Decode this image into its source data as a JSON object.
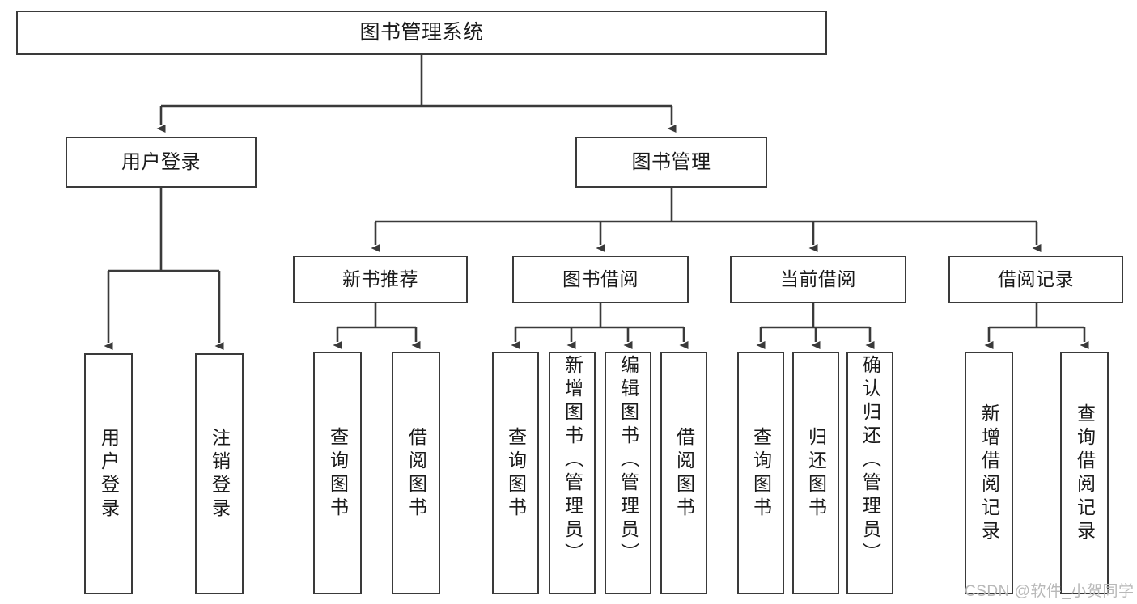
{
  "diagram": {
    "type": "tree",
    "title": "图书管理系统",
    "orientation": "top-down",
    "colors": {
      "stroke": "#3a3a3a",
      "fill": "#ffffff",
      "text": "#1a1a1a",
      "watermark": "#b8b8b8"
    },
    "nodes": {
      "root": {
        "label": "图书管理系统"
      },
      "level1": [
        {
          "id": "user-login",
          "label": "用户登录"
        },
        {
          "id": "book-management",
          "label": "图书管理"
        }
      ],
      "level2": [
        {
          "id": "new-book-recommend",
          "label": "新书推荐"
        },
        {
          "id": "book-borrow",
          "label": "图书借阅"
        },
        {
          "id": "current-borrow",
          "label": "当前借阅"
        },
        {
          "id": "borrow-record",
          "label": "借阅记录"
        }
      ],
      "leaves": {
        "user_login": [
          {
            "id": "leaf-user-login",
            "label": "用户登录"
          },
          {
            "id": "leaf-logout",
            "label": "注销登录"
          }
        ],
        "new_book_recommend": [
          {
            "id": "leaf-query-book-1",
            "label": "查询图书"
          },
          {
            "id": "leaf-borrow-book-1",
            "label": "借阅图书"
          }
        ],
        "book_borrow": [
          {
            "id": "leaf-query-book-2",
            "label": "查询图书"
          },
          {
            "id": "leaf-add-book",
            "label": "新增图书（管理员）"
          },
          {
            "id": "leaf-edit-book",
            "label": "编辑图书（管理员）"
          },
          {
            "id": "leaf-borrow-book-2",
            "label": "借阅图书"
          }
        ],
        "current_borrow": [
          {
            "id": "leaf-query-book-3",
            "label": "查询图书"
          },
          {
            "id": "leaf-return-book",
            "label": "归还图书"
          },
          {
            "id": "leaf-confirm-return",
            "label": "确认归还（管理员）"
          }
        ],
        "borrow_record": [
          {
            "id": "leaf-add-record",
            "label": "新增借阅记录"
          },
          {
            "id": "leaf-query-record",
            "label": "查询借阅记录"
          }
        ]
      }
    },
    "watermark": "CSDN @软件_小贺同学"
  }
}
